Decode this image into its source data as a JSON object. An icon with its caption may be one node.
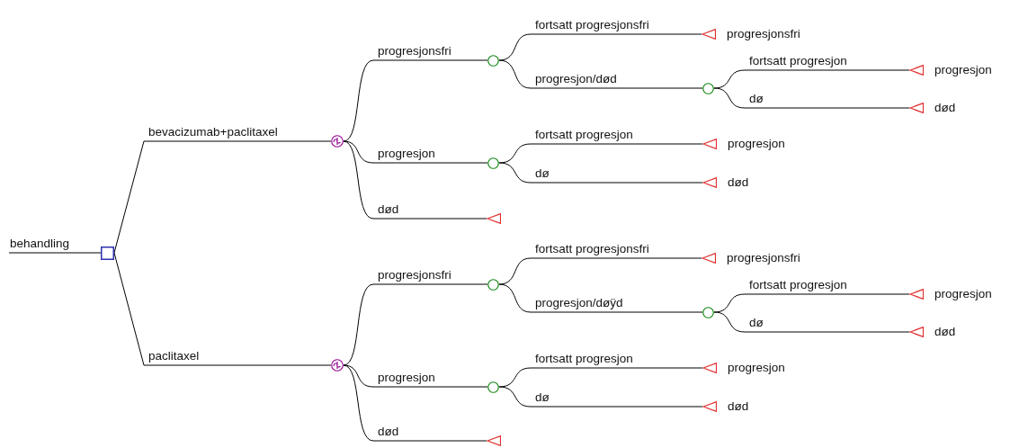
{
  "diagram": {
    "nodes": [
      {
        "text": [],
        "shape": "box"
      },
      {
        "text": [],
        "shape": "loop"
      },
      {
        "text": [],
        "shape": "circle"
      },
      {
        "text": [],
        "shape": "triangle",
        "beside": [
          "progresjonsfri"
        ]
      },
      {
        "text": [],
        "shape": "circle"
      },
      {
        "text": [],
        "shape": "triangle",
        "beside": [
          "progresjon"
        ]
      },
      {
        "text": [],
        "shape": "triangle",
        "beside": [
          "død"
        ]
      },
      {
        "text": [],
        "shape": "circle"
      },
      {
        "text": [],
        "shape": "triangle",
        "beside": [
          "progresjon"
        ]
      },
      {
        "text": [],
        "shape": "triangle",
        "beside": [
          "død"
        ]
      },
      {
        "text": [],
        "shape": "triangle"
      },
      {
        "text": [],
        "shape": "loop"
      },
      {
        "text": [],
        "shape": "circle"
      },
      {
        "text": [],
        "shape": "triangle",
        "beside": [
          "progresjonsfri"
        ]
      },
      {
        "text": [],
        "shape": "circle"
      },
      {
        "text": [],
        "shape": "triangle",
        "beside": [
          "progresjon"
        ]
      },
      {
        "text": [],
        "shape": "triangle",
        "beside": [
          "død"
        ]
      },
      {
        "text": [],
        "shape": "circle"
      },
      {
        "text": [],
        "shape": "triangle",
        "beside": [
          "progresjon"
        ]
      },
      {
        "text": [],
        "shape": "triangle",
        "beside": [
          "død"
        ]
      },
      {
        "text": [],
        "shape": "triangle"
      }
    ],
    "edges": [
      {
        "from": null,
        "to": 0,
        "arrow": "none",
        "label": "behandling"
      },
      {
        "from": 0,
        "to": 1,
        "arrow": "none",
        "label": "bevacizumab+paclitaxel"
      },
      {
        "from": 1,
        "to": 2,
        "arrow": "none",
        "label": "progresjonsfri"
      },
      {
        "from": 2,
        "to": 3,
        "arrow": "none",
        "label": "fortsatt progresjonsfri"
      },
      {
        "from": 2,
        "to": 4,
        "arrow": "none",
        "label": "progresjon/død"
      },
      {
        "from": 4,
        "to": 5,
        "arrow": "none",
        "label": "fortsatt progresjon"
      },
      {
        "from": 4,
        "to": 6,
        "arrow": "none",
        "label": "dø"
      },
      {
        "from": 1,
        "to": 7,
        "arrow": "none",
        "label": "progresjon"
      },
      {
        "from": 7,
        "to": 8,
        "arrow": "none",
        "label": "fortsatt progresjon"
      },
      {
        "from": 7,
        "to": 9,
        "arrow": "none",
        "label": "dø"
      },
      {
        "from": 1,
        "to": 10,
        "arrow": "none",
        "label": "død"
      },
      {
        "from": 0,
        "to": 11,
        "arrow": "none",
        "label": "paclitaxel"
      },
      {
        "from": 11,
        "to": 12,
        "arrow": "none",
        "label": "progresjonsfri"
      },
      {
        "from": 12,
        "to": 13,
        "arrow": "none",
        "label": "fortsatt progresjonsfri"
      },
      {
        "from": 12,
        "to": 14,
        "arrow": "none",
        "label": "progresjon/døÿd"
      },
      {
        "from": 14,
        "to": 15,
        "arrow": "none",
        "label": "fortsatt progresjon"
      },
      {
        "from": 14,
        "to": 16,
        "arrow": "none",
        "label": "dø"
      },
      {
        "from": 11,
        "to": 17,
        "arrow": "none",
        "label": "progresjon"
      },
      {
        "from": 17,
        "to": 18,
        "arrow": "none",
        "label": "fortsatt progresjon"
      },
      {
        "from": 17,
        "to": 19,
        "arrow": "none",
        "label": "dø"
      },
      {
        "from": 11,
        "to": 20,
        "arrow": "none",
        "label": "død"
      }
    ]
  }
}
